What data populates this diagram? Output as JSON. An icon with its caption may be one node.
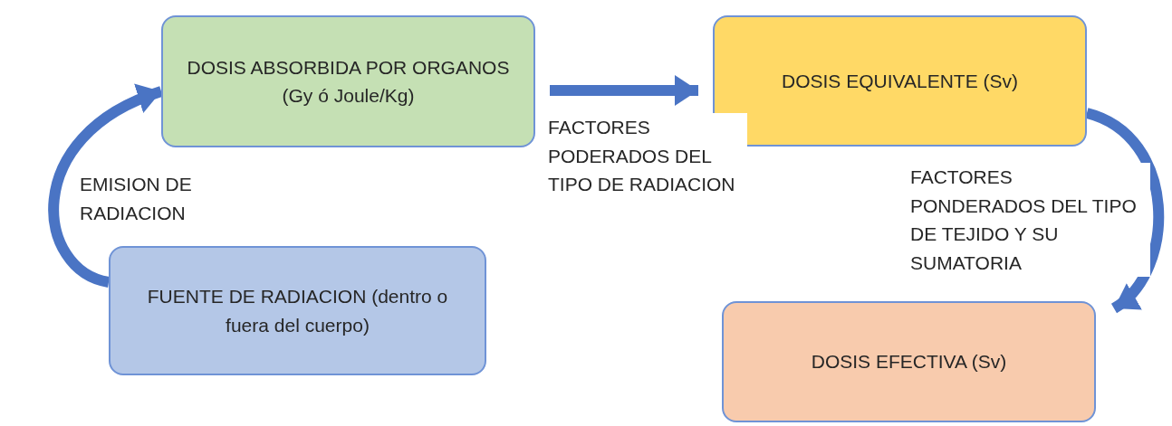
{
  "diagram": {
    "nodes": [
      {
        "text": [
          "FUENTE DE RADIACION (dentro o fuera del cuerpo)"
        ]
      },
      {
        "text": [
          "DOSIS ABSORBIDA POR ORGANOS (Gy ó Joule/Kg)"
        ]
      },
      {
        "text": [
          "DOSIS EQUIVALENTE (Sv)"
        ]
      },
      {
        "text": [
          "DOSIS EFECTIVA (Sv)"
        ]
      }
    ],
    "edges": [
      {
        "from": 0,
        "to": 1,
        "arrow": "to",
        "label": "EMISION DE RADIACION"
      },
      {
        "from": 1,
        "to": 2,
        "arrow": "to",
        "label": "FACTORES PODERADOS DEL TIPO DE RADIACION"
      },
      {
        "from": 2,
        "to": 3,
        "arrow": "to",
        "label": "FACTORES PONDERADOS DEL TIPO DE TEJIDO Y SU SUMATORIA"
      }
    ]
  }
}
